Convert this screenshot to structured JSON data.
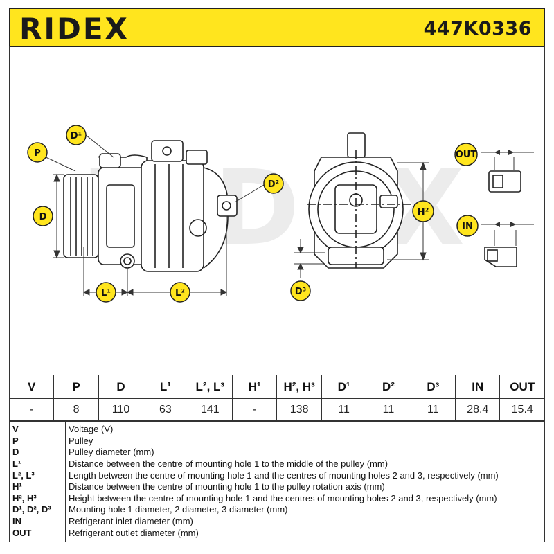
{
  "header": {
    "brand": "RIDEX",
    "part_number": "447K0336",
    "brand_color": "#ffe51e"
  },
  "labels": {
    "P": "P",
    "D": "D",
    "D1": "D¹",
    "D2": "D²",
    "D3": "D³",
    "L1": "L¹",
    "L2": "L²",
    "H2": "H²",
    "OUT": "OUT",
    "IN": "IN",
    "watermark": "RIDEX"
  },
  "spec_table": {
    "headers": [
      "V",
      "P",
      "D",
      "L¹",
      "L², L³",
      "H¹",
      "H², H³",
      "D¹",
      "D²",
      "D³",
      "IN",
      "OUT"
    ],
    "values": [
      "-",
      "8",
      "110",
      "63",
      "141",
      "-",
      "138",
      "11",
      "11",
      "11",
      "28.4",
      "15.4"
    ]
  },
  "legend": [
    {
      "key": "V",
      "desc": "Voltage (V)"
    },
    {
      "key": "P",
      "desc": "Pulley"
    },
    {
      "key": "D",
      "desc": "Pulley diameter (mm)"
    },
    {
      "key": "L¹",
      "desc": "Distance between the centre of mounting hole 1 to the middle of the pulley (mm)"
    },
    {
      "key": "L², L³",
      "desc": "Length between the centre of mounting hole 1 and the centres of mounting holes 2 and 3, respectively (mm)"
    },
    {
      "key": "H¹",
      "desc": "Distance between the centre of mounting hole 1 to the pulley rotation axis (mm)"
    },
    {
      "key": "H², H³",
      "desc": "Height between the centre of mounting hole 1 and the centres of mounting holes 2 and 3, respectively (mm)"
    },
    {
      "key": "D¹, D², D³",
      "desc": "Mounting hole 1 diameter, 2 diameter, 3 diameter (mm)"
    },
    {
      "key": "IN",
      "desc": "Refrigerant inlet diameter (mm)"
    },
    {
      "key": "OUT",
      "desc": "Refrigerant outlet diameter (mm)"
    }
  ]
}
